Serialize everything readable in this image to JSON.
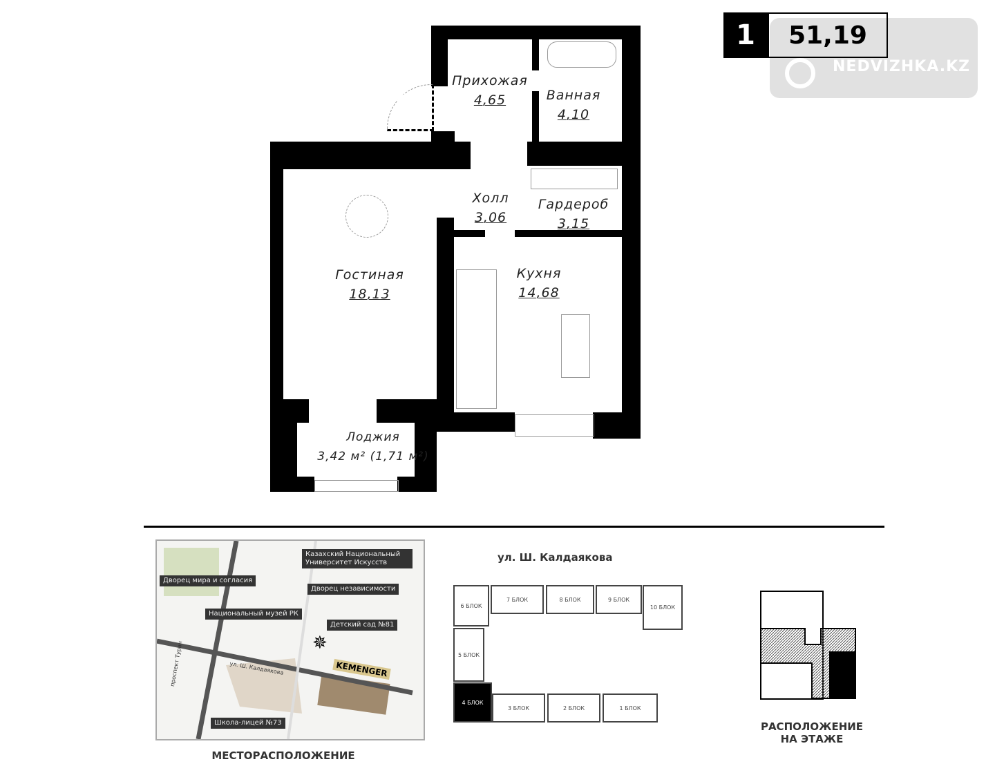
{
  "header": {
    "rooms": "1",
    "total_area": "51,19"
  },
  "watermark": "NEDVIZHKA.KZ",
  "rooms": [
    {
      "name": "Прихожая",
      "area": "4,65"
    },
    {
      "name": "Ванная",
      "area": "4,10"
    },
    {
      "name": "Холл",
      "area": "3,06"
    },
    {
      "name": "Гардероб",
      "area": "3,15"
    },
    {
      "name": "Гостиная",
      "area": "18,13"
    },
    {
      "name": "Кухня",
      "area": "14,68"
    },
    {
      "name": "Лоджия",
      "area": "3,42 м² (1,71 м²)"
    }
  ],
  "map": {
    "caption": "МЕСТОРАСПОЛОЖЕНИЕ",
    "labels": [
      "Казахский Национальный Университет Искусств",
      "Дворец мира и согласия",
      "Дворец независимости",
      "Национальный музей РК",
      "Детский сад №81",
      "Школа-лицей №73"
    ],
    "street": "ул. Ш. Калдаякова",
    "avenue": "проспект Туран",
    "brand": "KEMENGER"
  },
  "blocks": {
    "street": "ул. Ш. Калдаякова",
    "items": [
      "6 БЛОК",
      "7 БЛОК",
      "8 БЛОК",
      "9 БЛОК",
      "10 БЛОК",
      "5 БЛОК",
      "4 БЛОК",
      "3 БЛОК",
      "2 БЛОК",
      "1 БЛОК"
    ],
    "selected": "4 БЛОК"
  },
  "floor_position": {
    "caption_line1": "РАСПОЛОЖЕНИЕ",
    "caption_line2": "НА ЭТАЖЕ"
  }
}
